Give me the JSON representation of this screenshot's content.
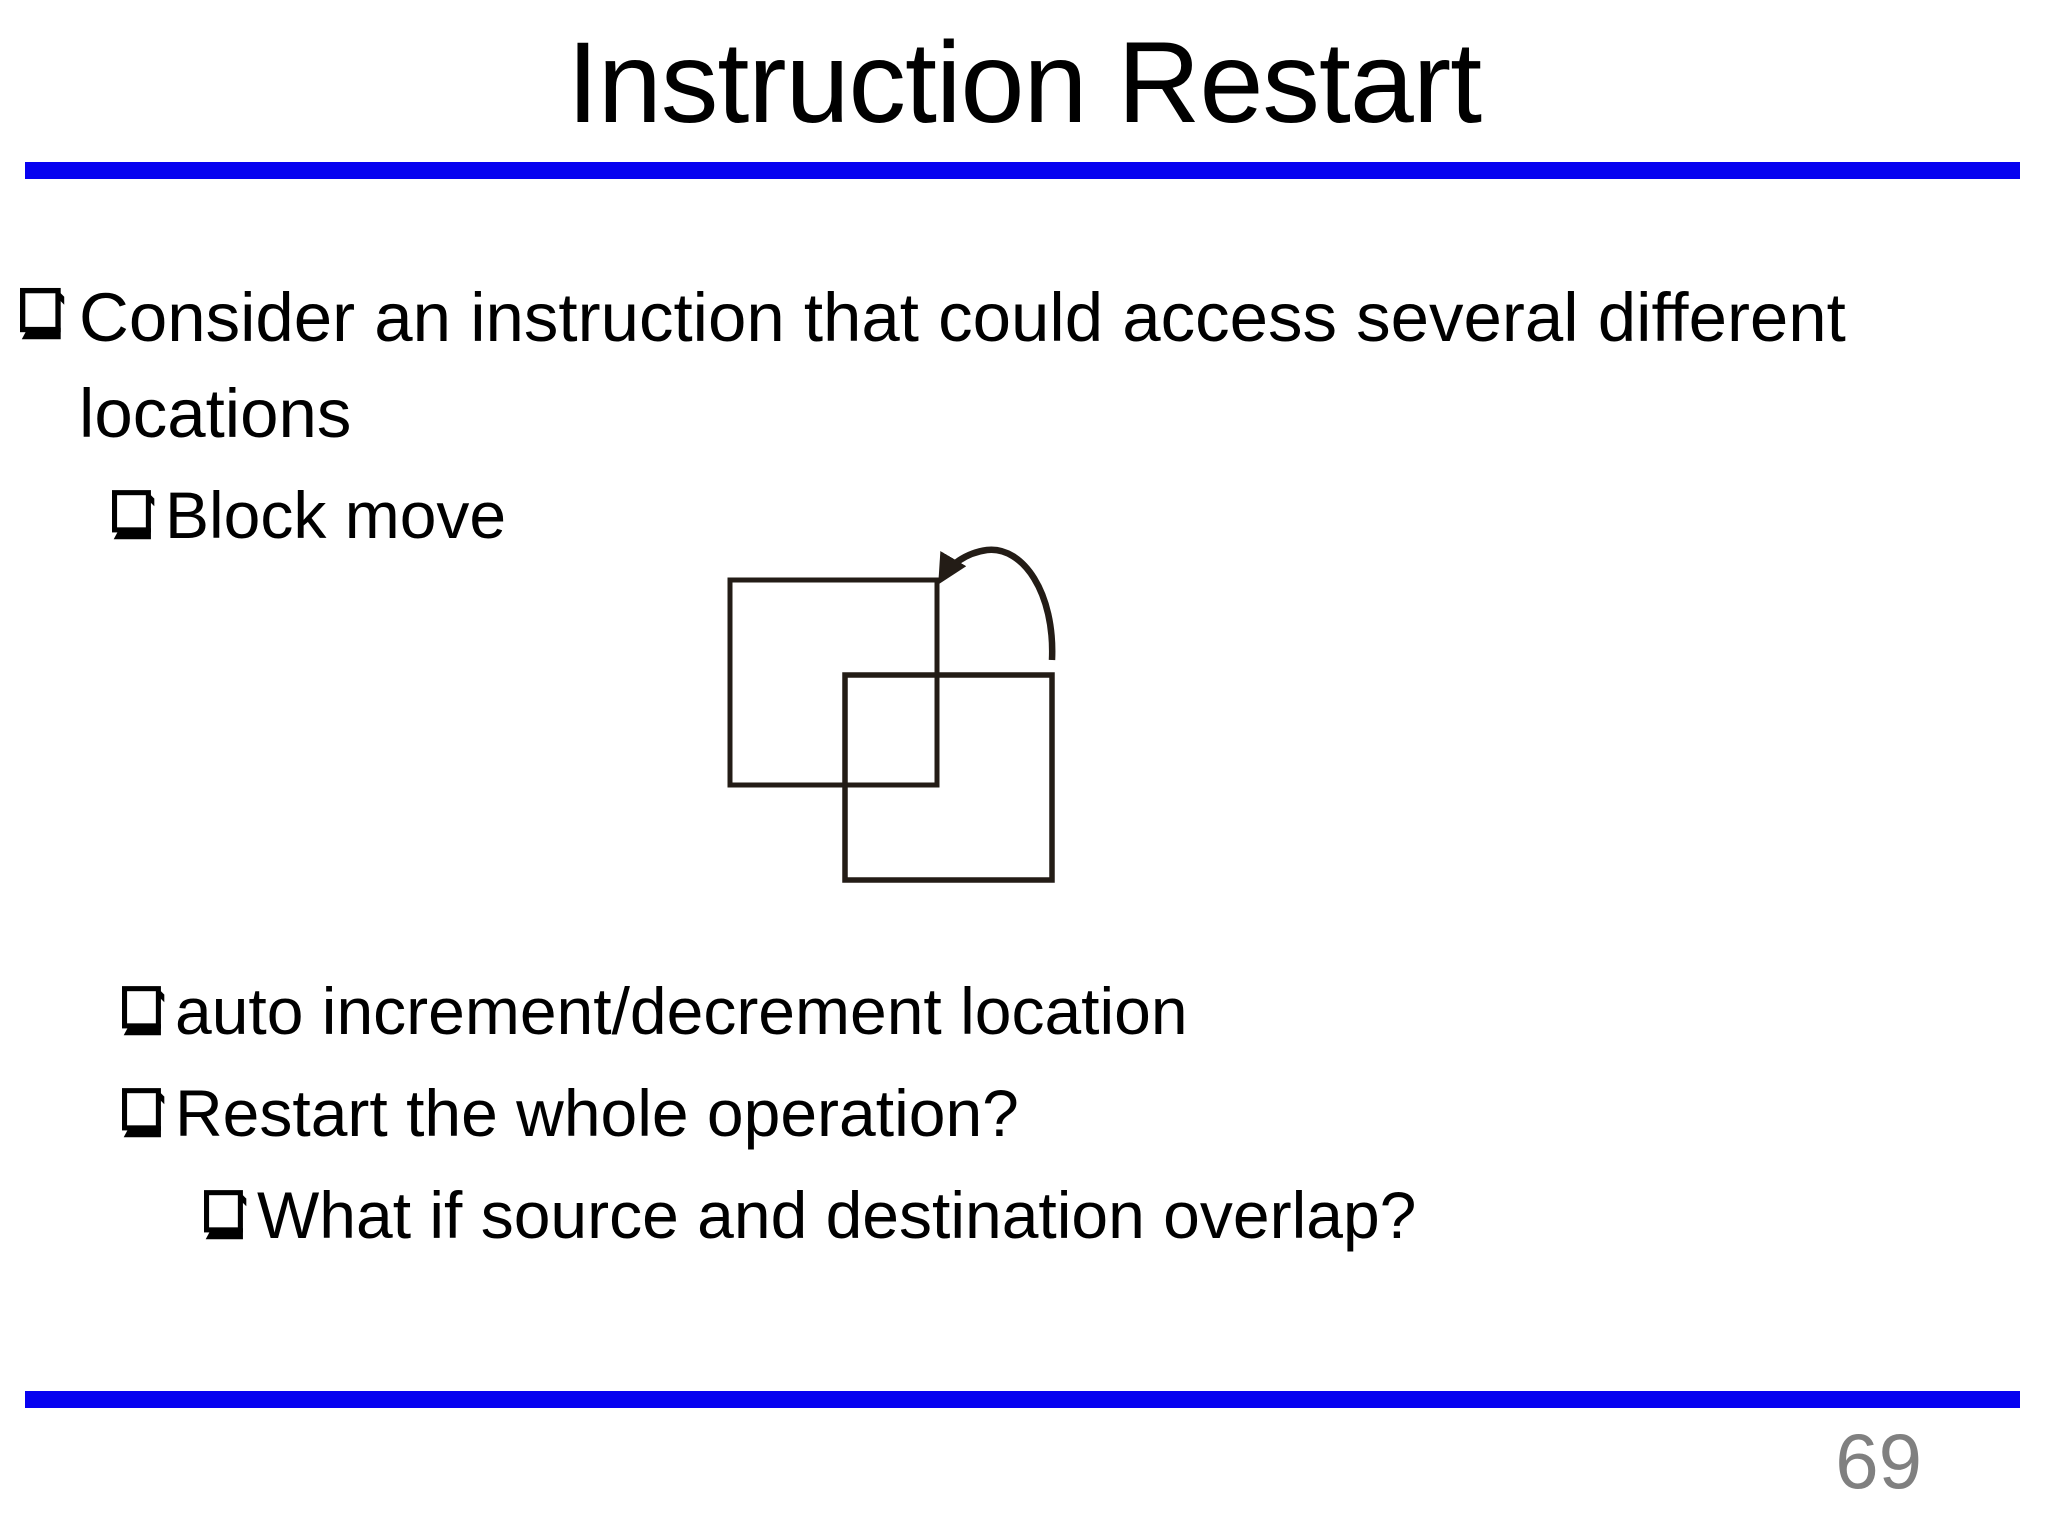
{
  "slide": {
    "title": "Instruction Restart",
    "page_number": "69",
    "bullets": [
      {
        "level": 1,
        "text": "Consider an instruction that could access several different locations"
      },
      {
        "level": 2,
        "text": "Block move"
      },
      {
        "level": 2,
        "text": "auto increment/decrement location"
      },
      {
        "level": 2,
        "text": "Restart the whole operation?"
      },
      {
        "level": 3,
        "text": "What if source and destination overlap?"
      }
    ],
    "diagram": {
      "description": "Two overlapping outlined squares (source and destination blocks) with a curved arrow from above the right square pointing to the top-right corner of the left square"
    },
    "colors": {
      "accent_rule": "#0702f0",
      "text": "#000000",
      "page_number": "#808080",
      "diagram_stroke": "#231c16",
      "background": "#ffffff"
    }
  }
}
